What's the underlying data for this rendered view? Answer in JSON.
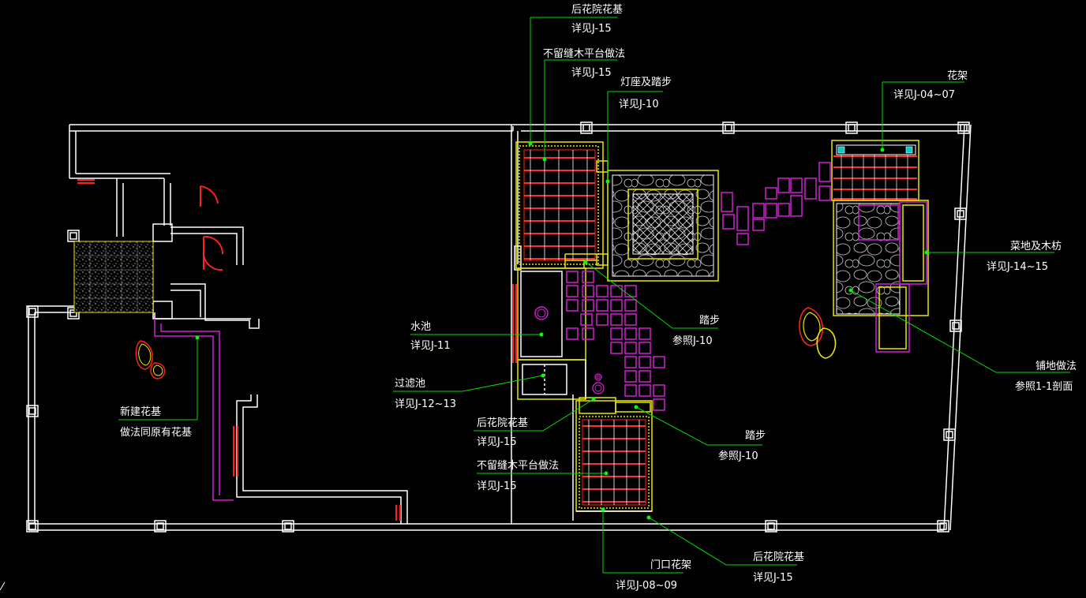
{
  "colors": {
    "background": "#000000",
    "wall": "#ffffff",
    "planter": "#e8e800",
    "paving": "#d020d0",
    "deck": "#ff2020",
    "leader": "#00dd00"
  },
  "annotations": [
    {
      "id": "back-garden-planter-top",
      "title": "后花院花基",
      "ref": "详见J-15"
    },
    {
      "id": "deck-top",
      "title": "不留缝木平台做法",
      "ref": "详见J-15"
    },
    {
      "id": "lamp-steps",
      "title": "灯座及踏步",
      "ref": "详见J-10"
    },
    {
      "id": "pergola",
      "title": "花架",
      "ref": "详见J-04~07"
    },
    {
      "id": "veg-plot",
      "title": "菜地及木枋",
      "ref": "详见J-14~15"
    },
    {
      "id": "paving-method",
      "title": "铺地做法",
      "ref": "参照1-1剖面"
    },
    {
      "id": "stepping-top",
      "title": "踏步",
      "ref": "参照J-10"
    },
    {
      "id": "pond",
      "title": "水池",
      "ref": "详见J-11"
    },
    {
      "id": "filter-pond",
      "title": "过滤池",
      "ref": "详见J-12~13"
    },
    {
      "id": "back-garden-planter-mid",
      "title": "后花院花基",
      "ref": "详见J-15"
    },
    {
      "id": "stepping-bottom",
      "title": "踏步",
      "ref": "参照J-10"
    },
    {
      "id": "deck-bottom",
      "title": "不留缝木平台做法",
      "ref": "详见J-15"
    },
    {
      "id": "new-planter",
      "title": "新建花基",
      "ref": "做法同原有花基"
    },
    {
      "id": "door-pergola",
      "title": "门口花架",
      "ref": "详见J-08~09"
    },
    {
      "id": "back-garden-planter-bottom",
      "title": "后花院花基",
      "ref": "详见J-15"
    }
  ]
}
